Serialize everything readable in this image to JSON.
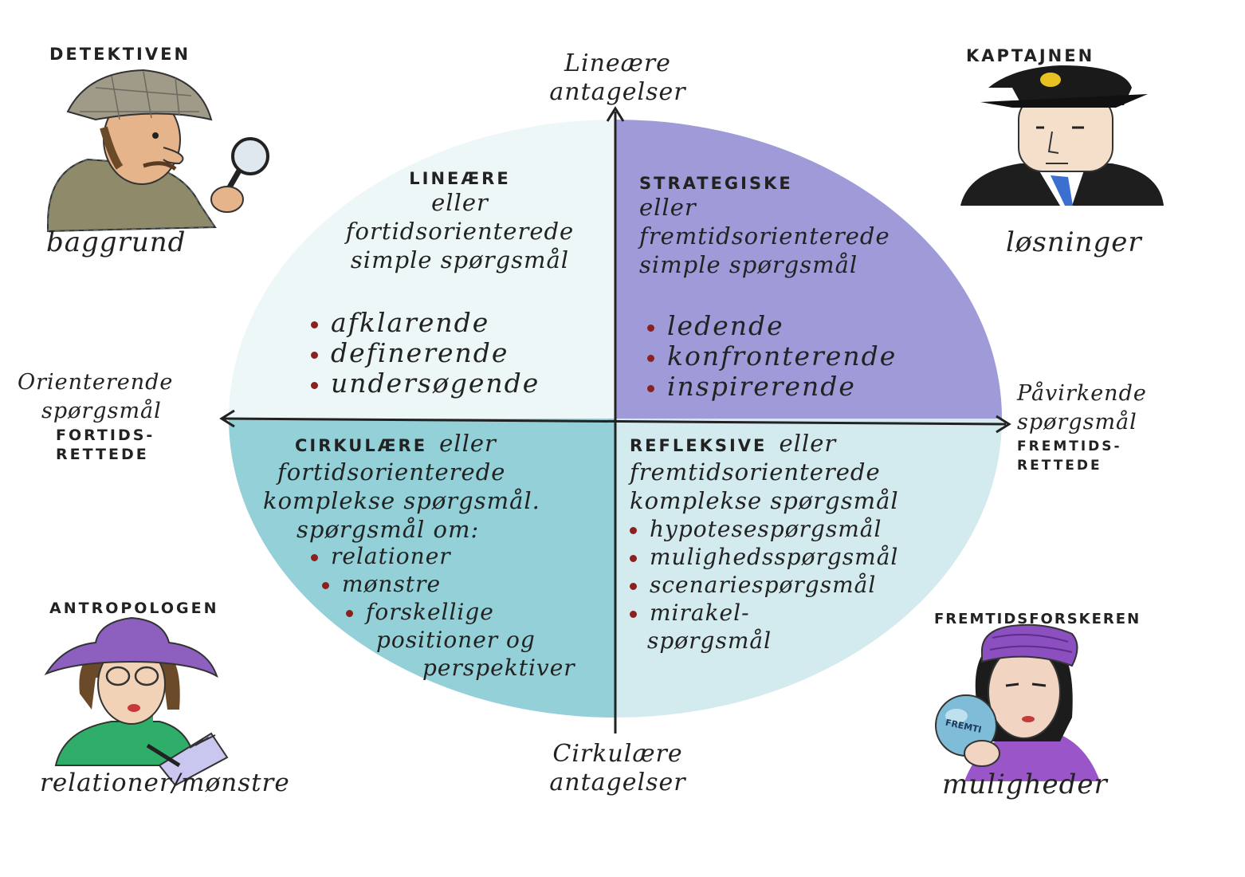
{
  "axes": {
    "top": [
      "Lineære",
      "antagelser"
    ],
    "bottom": [
      "Cirkulære",
      "antagelser"
    ],
    "left": {
      "main": [
        "Orienterende",
        "spørgsmål"
      ],
      "sub": [
        "FORTIDS-",
        "RETTEDE"
      ]
    },
    "right": {
      "main": [
        "Påvirkende",
        "spørgsmål"
      ],
      "sub": [
        "FREMTIDS-",
        "RETTEDE"
      ]
    }
  },
  "quadrants": {
    "top_left": {
      "title": "LINEÆRE",
      "lines": [
        "eller",
        "fortidsorienterede",
        "simple spørgsmål"
      ],
      "items": [
        "afklarende",
        "definerende",
        "undersøgende"
      ]
    },
    "top_right": {
      "title": "STRATEGISKE",
      "lines": [
        "eller",
        "fremtidsorienterede",
        "simple spørgsmål"
      ],
      "items": [
        "ledende",
        "konfronterende",
        "inspirerende"
      ]
    },
    "bottom_left": {
      "title": "CIRKULÆRE",
      "title_suffix": "eller",
      "lines": [
        "fortidsorienterede",
        "komplekse spørgsmål.",
        "spørgsmål om:"
      ],
      "items": [
        "relationer",
        "mønstre",
        "forskellige",
        "positioner og",
        "perspektiver"
      ]
    },
    "bottom_right": {
      "title": "REFLEKSIVE",
      "title_suffix": "eller",
      "lines": [
        "fremtidsorienterede",
        "komplekse spørgsmål"
      ],
      "items": [
        "hypotesespørgsmål",
        "mulighedsspørgsmål",
        "scenariespørgsmål",
        "mirakel-",
        "spørgsmål"
      ]
    }
  },
  "characters": {
    "top_left": {
      "name": "DETEKTIVEN",
      "word": "baggrund"
    },
    "top_right": {
      "name": "KAPTAJNEN",
      "word": "løsninger"
    },
    "bottom_left": {
      "name": "ANTROPOLOGEN",
      "word": "relationer/mønstre"
    },
    "bottom_right": {
      "name": "FREMTIDSFORSKEREN",
      "word": "muligheder",
      "crystal_ball_text": "FREMTI"
    }
  },
  "colors": {
    "top_right_fill": "#9a97d6",
    "bottom_left_fill": "#8fcfd6",
    "bottom_right_fill": "#cfe8ec",
    "top_left_fill": "#e9f5f5",
    "bullet": "#8a2020"
  }
}
